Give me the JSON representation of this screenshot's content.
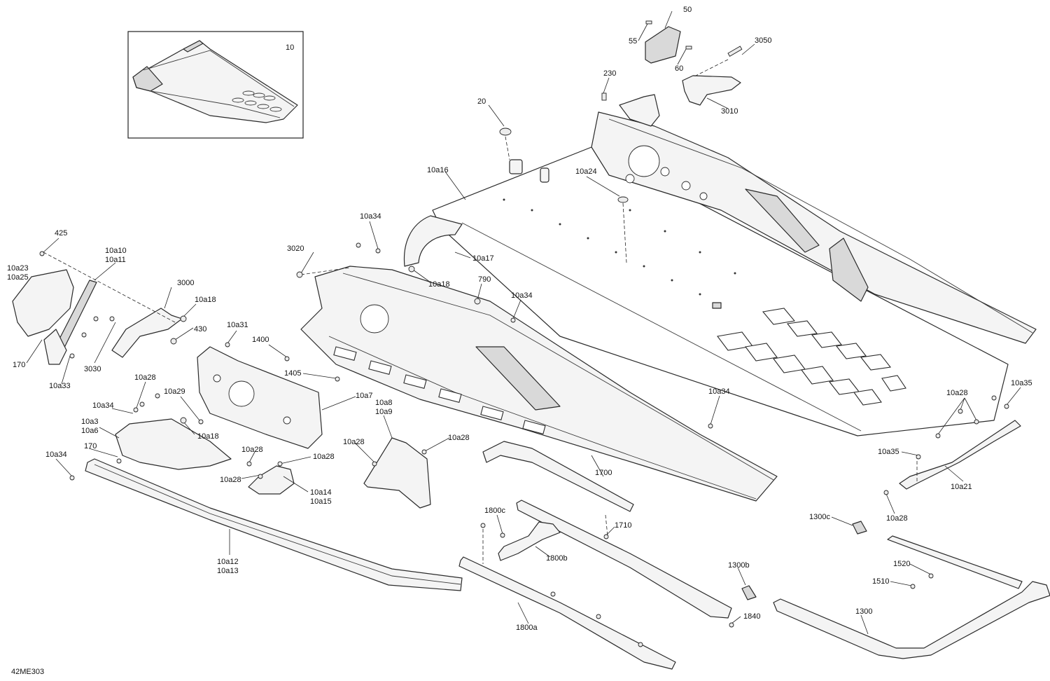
{
  "diagram_id": "42ME303",
  "inset_label": "10",
  "callouts": {
    "c_50": "50",
    "c_55": "55",
    "c_60": "60",
    "c_3050": "3050",
    "c_3010": "3010",
    "c_230": "230",
    "c_20": "20",
    "c_10a16": "10a16",
    "c_10a24": "10a24",
    "c_10a17": "10a17",
    "c_10a34_a": "10a34",
    "c_3020": "3020",
    "c_10a18_a": "10a18",
    "c_790": "790",
    "c_10a34_b": "10a34",
    "c_425": "425",
    "c_10a10": "10a10",
    "c_10a11": "10a11",
    "c_10a23": "10a23",
    "c_10a25": "10a25",
    "c_3000": "3000",
    "c_10a18_b": "10a18",
    "c_430": "430",
    "c_170_a": "170",
    "c_10a33": "10a33",
    "c_3030": "3030",
    "c_10a31": "10a31",
    "c_1400": "1400",
    "c_1405": "1405",
    "c_10a28_a": "10a28",
    "c_10a29": "10a29",
    "c_10a34_c": "10a34",
    "c_10a3": "10a3",
    "c_10a6": "10a6",
    "c_10a18_c": "10a18",
    "c_170_b": "170",
    "c_10a34_d": "10a34",
    "c_10a7": "10a7",
    "c_10a8": "10a8",
    "c_10a9": "10a9",
    "c_10a28_b": "10a28",
    "c_10a28_c": "10a28",
    "c_10a28_d": "10a28",
    "c_10a28_e": "10a28",
    "c_10a28_f": "10a28",
    "c_10a14": "10a14",
    "c_10a15": "10a15",
    "c_10a12": "10a12",
    "c_10a13": "10a13",
    "c_10a34_e": "10a34",
    "c_1700": "1700",
    "c_1710": "1710",
    "c_1800c": "1800c",
    "c_1800b": "1800b",
    "c_1800a": "1800a",
    "c_1840": "1840",
    "c_10a28_g": "10a28",
    "c_10a35_a": "10a35",
    "c_10a35_b": "10a35",
    "c_10a21": "10a21",
    "c_10a28_h": "10a28",
    "c_1300c": "1300c",
    "c_1300b": "1300b",
    "c_1520": "1520",
    "c_1510": "1510",
    "c_1300": "1300"
  }
}
